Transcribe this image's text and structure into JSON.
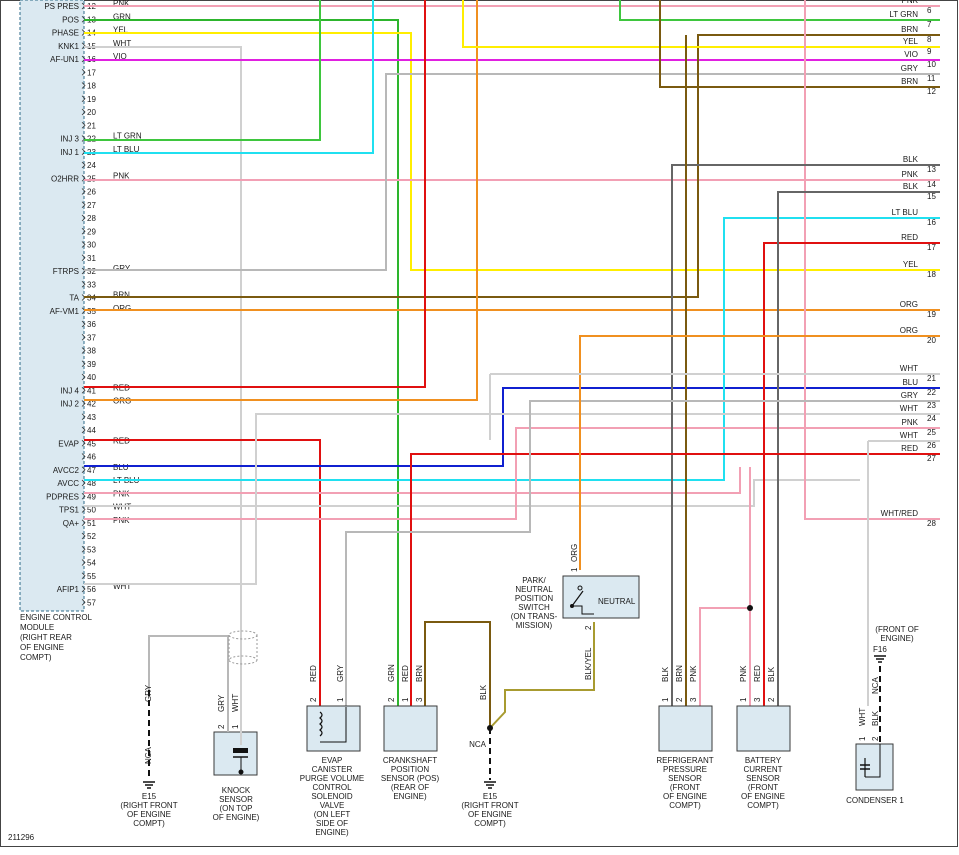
{
  "ecm": {
    "title_lines": [
      "ENGINE CONTROL",
      "MODULE",
      "(RIGHT REAR",
      "OF ENGINE",
      "COMPT)"
    ],
    "pins": [
      {
        "n": "12",
        "sig": "PS PRES",
        "wire": "PNK",
        "color": "#f2a0b4"
      },
      {
        "n": "13",
        "sig": "POS",
        "wire": "GRN",
        "color": "#2db52d"
      },
      {
        "n": "14",
        "sig": "PHASE",
        "wire": "YEL",
        "color": "#ffee00"
      },
      {
        "n": "15",
        "sig": "KNK1",
        "wire": "WHT",
        "color": "#c8c8c8"
      },
      {
        "n": "16",
        "sig": "AF-UN1",
        "wire": "VIO",
        "color": "#e020e0"
      },
      {
        "n": "17",
        "sig": "",
        "wire": "",
        "color": ""
      },
      {
        "n": "18",
        "sig": "",
        "wire": "",
        "color": ""
      },
      {
        "n": "19",
        "sig": "",
        "wire": "",
        "color": ""
      },
      {
        "n": "20",
        "sig": "",
        "wire": "",
        "color": ""
      },
      {
        "n": "21",
        "sig": "",
        "wire": "",
        "color": ""
      },
      {
        "n": "22",
        "sig": "INJ 3",
        "wire": "LT GRN",
        "color": "#3ec63e"
      },
      {
        "n": "23",
        "sig": "INJ 1",
        "wire": "LT BLU",
        "color": "#20e0f0"
      },
      {
        "n": "24",
        "sig": "",
        "wire": "",
        "color": ""
      },
      {
        "n": "25",
        "sig": "O2HRR",
        "wire": "PNK",
        "color": "#f2a0b4"
      },
      {
        "n": "26",
        "sig": "",
        "wire": "",
        "color": ""
      },
      {
        "n": "27",
        "sig": "",
        "wire": "",
        "color": ""
      },
      {
        "n": "28",
        "sig": "",
        "wire": "",
        "color": ""
      },
      {
        "n": "29",
        "sig": "",
        "wire": "",
        "color": ""
      },
      {
        "n": "30",
        "sig": "",
        "wire": "",
        "color": ""
      },
      {
        "n": "31",
        "sig": "",
        "wire": "",
        "color": ""
      },
      {
        "n": "32",
        "sig": "FTRPS",
        "wire": "GRY",
        "color": "#b0b0b0"
      },
      {
        "n": "33",
        "sig": "",
        "wire": "",
        "color": ""
      },
      {
        "n": "34",
        "sig": "TA",
        "wire": "BRN",
        "color": "#7a5a10"
      },
      {
        "n": "35",
        "sig": "AF-VM1",
        "wire": "ORG",
        "color": "#f09020"
      },
      {
        "n": "36",
        "sig": "",
        "wire": "",
        "color": ""
      },
      {
        "n": "37",
        "sig": "",
        "wire": "",
        "color": ""
      },
      {
        "n": "38",
        "sig": "",
        "wire": "",
        "color": ""
      },
      {
        "n": "39",
        "sig": "",
        "wire": "",
        "color": ""
      },
      {
        "n": "40",
        "sig": "",
        "wire": "",
        "color": ""
      },
      {
        "n": "41",
        "sig": "INJ 4",
        "wire": "RED",
        "color": "#e01010"
      },
      {
        "n": "42",
        "sig": "INJ 2",
        "wire": "ORG",
        "color": "#f09020"
      },
      {
        "n": "43",
        "sig": "",
        "wire": "",
        "color": ""
      },
      {
        "n": "44",
        "sig": "",
        "wire": "",
        "color": ""
      },
      {
        "n": "45",
        "sig": "EVAP",
        "wire": "RED",
        "color": "#e01010"
      },
      {
        "n": "46",
        "sig": "",
        "wire": "",
        "color": ""
      },
      {
        "n": "47",
        "sig": "AVCC2",
        "wire": "BLU",
        "color": "#1020d0"
      },
      {
        "n": "48",
        "sig": "AVCC",
        "wire": "LT BLU",
        "color": "#20e0f0"
      },
      {
        "n": "49",
        "sig": "PDPRES",
        "wire": "PNK",
        "color": "#f2a0b4"
      },
      {
        "n": "50",
        "sig": "TPS1",
        "wire": "WHT",
        "color": "#c8c8c8"
      },
      {
        "n": "51",
        "sig": "QA+",
        "wire": "PNK",
        "color": "#f2a0b4"
      },
      {
        "n": "52",
        "sig": "",
        "wire": "",
        "color": ""
      },
      {
        "n": "53",
        "sig": "",
        "wire": "",
        "color": ""
      },
      {
        "n": "54",
        "sig": "",
        "wire": "",
        "color": ""
      },
      {
        "n": "55",
        "sig": "",
        "wire": "",
        "color": ""
      },
      {
        "n": "56",
        "sig": "AFIP1",
        "wire": "WHT",
        "color": "#c8c8c8"
      },
      {
        "n": "57",
        "sig": "",
        "wire": "",
        "color": ""
      }
    ]
  },
  "right_terminals": [
    {
      "n": "6",
      "wire": "PNK"
    },
    {
      "n": "7",
      "wire": "LT GRN"
    },
    {
      "n": "8",
      "wire": "BRN"
    },
    {
      "n": "9",
      "wire": "YEL"
    },
    {
      "n": "10",
      "wire": "VIO"
    },
    {
      "n": "11",
      "wire": "GRY"
    },
    {
      "n": "12",
      "wire": "BRN"
    },
    {
      "n": "13",
      "wire": "BLK"
    },
    {
      "n": "14",
      "wire": "PNK"
    },
    {
      "n": "15",
      "wire": "BLK"
    },
    {
      "n": "16",
      "wire": "LT BLU"
    },
    {
      "n": "17",
      "wire": "RED"
    },
    {
      "n": "18",
      "wire": "YEL"
    },
    {
      "n": "19",
      "wire": "ORG"
    },
    {
      "n": "20",
      "wire": "ORG"
    },
    {
      "n": "21",
      "wire": "WHT"
    },
    {
      "n": "22",
      "wire": "BLU"
    },
    {
      "n": "23",
      "wire": "GRY"
    },
    {
      "n": "24",
      "wire": "WHT"
    },
    {
      "n": "25",
      "wire": "PNK"
    },
    {
      "n": "26",
      "wire": "WHT"
    },
    {
      "n": "27",
      "wire": "RED"
    },
    {
      "n": "28",
      "wire": "WHT/RED"
    }
  ],
  "components": {
    "ground_e15_left": {
      "wire": "GRY",
      "conn": "NCA",
      "lines": [
        "E15",
        "(RIGHT FRONT",
        "OF ENGINE",
        "COMPT)"
      ]
    },
    "knock": {
      "pins": [
        "2",
        "1"
      ],
      "wires": [
        "GRY",
        "WHT"
      ],
      "lines": [
        "KNOCK",
        "SENSOR",
        "(ON TOP",
        "OF ENGINE)"
      ]
    },
    "evap": {
      "pins": [
        "2",
        "1"
      ],
      "wires": [
        "RED",
        "GRY"
      ],
      "lines": [
        "EVAP",
        "CANISTER",
        "PURGE VOLUME",
        "CONTROL",
        "SOLENOID",
        "VALVE",
        "(ON LEFT",
        "SIDE OF",
        "ENGINE)"
      ]
    },
    "crank": {
      "pins": [
        "2",
        "1",
        "3"
      ],
      "wires": [
        "GRN",
        "RED",
        "BRN"
      ],
      "lines": [
        "CRANKSHAFT",
        "POSITION",
        "SENSOR (POS)",
        "(REAR OF",
        "ENGINE)"
      ]
    },
    "ground_e15_mid": {
      "wire": "BLK",
      "conn": "NCA",
      "lines": [
        "E15",
        "(RIGHT FRONT",
        "OF ENGINE",
        "COMPT)"
      ]
    },
    "pnp": {
      "pin_top": "1",
      "pin_bottom": "2",
      "wire_top": "ORG",
      "wire_bottom": "BLK/YEL",
      "state": "NEUTRAL",
      "lines": [
        "PARK/",
        "NEUTRAL",
        "POSITION",
        "SWITCH",
        "(ON TRANS-",
        "MISSION)"
      ]
    },
    "refrig": {
      "pins": [
        "1",
        "2",
        "3"
      ],
      "wires": [
        "BLK",
        "BRN",
        "PNK"
      ],
      "lines": [
        "REFRIGERANT",
        "PRESSURE",
        "SENSOR",
        "(FRONT",
        "OF ENGINE",
        "COMPT)"
      ]
    },
    "battery": {
      "pins": [
        "1",
        "3",
        "2"
      ],
      "wires": [
        "PNK",
        "RED",
        "BLK"
      ],
      "lines": [
        "BATTERY",
        "CURRENT",
        "SENSOR",
        "(FRONT",
        "OF ENGINE",
        "COMPT)"
      ]
    },
    "condenser": {
      "pins": [
        "1",
        "2"
      ],
      "wires": [
        "WHT",
        "BLK"
      ],
      "ground_lines": [
        "(FRONT OF",
        "ENGINE)",
        "F16"
      ],
      "conn": "NCA",
      "lines": [
        "CONDENSER 1"
      ]
    }
  },
  "figure_id": "211296"
}
